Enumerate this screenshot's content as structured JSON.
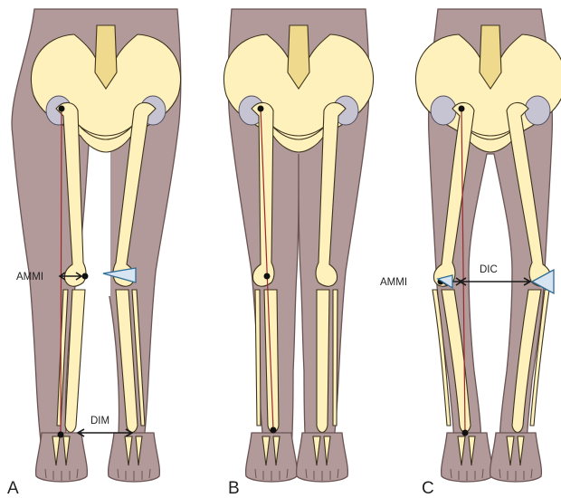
{
  "panels": [
    {
      "letter": "A",
      "labels": {
        "left": "AMMI",
        "bottom": "DIM"
      }
    },
    {
      "letter": "B"
    },
    {
      "letter": "C",
      "labels": {
        "left": "AMMI",
        "middle": "DIC"
      }
    }
  ],
  "colors": {
    "skin": "#b39a9a",
    "bone": "#fff1bb",
    "axis_line": "#9a2a2a",
    "marker": "#2f6d96"
  }
}
